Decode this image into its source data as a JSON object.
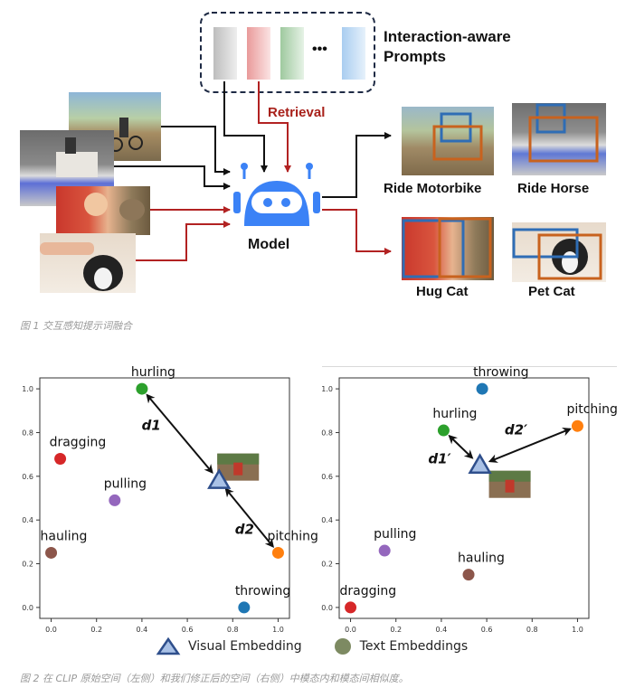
{
  "figure1": {
    "prompt_title_line1": "Interaction-aware",
    "prompt_title_line2": "Prompts",
    "prompt_ellipsis": "•••",
    "retrieval_label": "Retrieval",
    "model_label": "Model",
    "outputs": [
      {
        "label": "Ride Motorbike"
      },
      {
        "label": "Ride Horse"
      },
      {
        "label": "Hug Cat"
      },
      {
        "label": "Pet Cat"
      }
    ],
    "caption": "图 1 交互感知提示词融合",
    "colors": {
      "arrow_black": "#111111",
      "arrow_red": "#b22222",
      "robot_blue": "#3b82f6",
      "box_blue": "#2f6db5",
      "box_orange": "#c8621e",
      "retrieval_red": "#a8201a"
    },
    "icon": "robot-icon"
  },
  "figure2": {
    "caption": "图 2 在 CLIP 原始空间（左侧）和我们修正后的空间（右侧）中模态内和模态间相似度。",
    "legend": {
      "visual": "Visual Embedding",
      "text": "Text Embeddings"
    },
    "left_distance_labels": [
      "d1",
      "d2"
    ],
    "right_distance_labels": [
      "d1′",
      "d2′"
    ]
  },
  "chart_data": [
    {
      "type": "scatter",
      "title": "",
      "xlim": [
        -0.05,
        1.05
      ],
      "ylim": [
        -0.05,
        1.05
      ],
      "xticks": [
        "0.0",
        "0.2",
        "0.4",
        "0.6",
        "0.8",
        "1.0"
      ],
      "yticks": [
        "0.0",
        "0.2",
        "0.4",
        "0.6",
        "0.8",
        "1.0"
      ],
      "points": [
        {
          "label": "hurling",
          "x": 0.4,
          "y": 1.0,
          "color": "#2ca02c"
        },
        {
          "label": "dragging",
          "x": 0.04,
          "y": 0.68,
          "color": "#d62728"
        },
        {
          "label": "pulling",
          "x": 0.28,
          "y": 0.49,
          "color": "#9467bd"
        },
        {
          "label": "hauling",
          "x": 0.0,
          "y": 0.25,
          "color": "#8c564b"
        },
        {
          "label": "pitching",
          "x": 1.0,
          "y": 0.25,
          "color": "#ff7f0e"
        },
        {
          "label": "throwing",
          "x": 0.85,
          "y": 0.0,
          "color": "#1f77b4"
        }
      ],
      "visual_embedding": {
        "x": 0.74,
        "y": 0.58
      }
    },
    {
      "type": "scatter",
      "title": "",
      "xlim": [
        -0.05,
        1.05
      ],
      "ylim": [
        -0.05,
        1.05
      ],
      "xticks": [
        "0.0",
        "0.2",
        "0.4",
        "0.6",
        "0.8",
        "1.0"
      ],
      "yticks": [
        "0.0",
        "0.2",
        "0.4",
        "0.6",
        "0.8",
        "1.0"
      ],
      "points": [
        {
          "label": "throwing",
          "x": 0.58,
          "y": 1.0,
          "color": "#1f77b4"
        },
        {
          "label": "hurling",
          "x": 0.41,
          "y": 0.81,
          "color": "#2ca02c"
        },
        {
          "label": "pitching",
          "x": 1.0,
          "y": 0.83,
          "color": "#ff7f0e"
        },
        {
          "label": "pulling",
          "x": 0.15,
          "y": 0.26,
          "color": "#9467bd"
        },
        {
          "label": "hauling",
          "x": 0.52,
          "y": 0.15,
          "color": "#8c564b"
        },
        {
          "label": "dragging",
          "x": 0.0,
          "y": 0.0,
          "color": "#d62728"
        }
      ],
      "visual_embedding": {
        "x": 0.57,
        "y": 0.65
      }
    }
  ]
}
